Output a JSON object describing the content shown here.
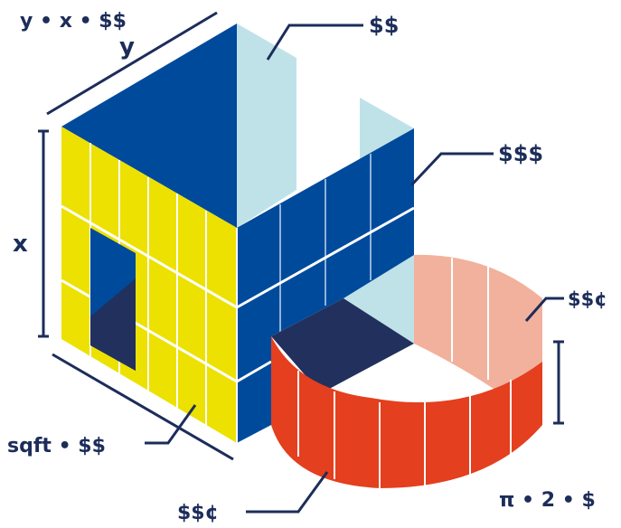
{
  "labels": {
    "top_formula": "y • x • $$",
    "y_dim": "y",
    "x_dim": "x",
    "sqft_formula": "sqft • $$",
    "cost_light_panel": "$$",
    "cost_blue_wall": "$$$",
    "cost_light_curve": "$$¢",
    "cost_red_curve": "$$¢",
    "pi_formula": "π • 2 • $"
  },
  "colors": {
    "navy": "#1c2d5a",
    "blue": "#004a9c",
    "yellow": "#ece100",
    "light_blue": "#bfe2e8",
    "red_orange": "#e43f1e",
    "salmon": "#f2b19d",
    "dark_navy": "#22305e"
  }
}
